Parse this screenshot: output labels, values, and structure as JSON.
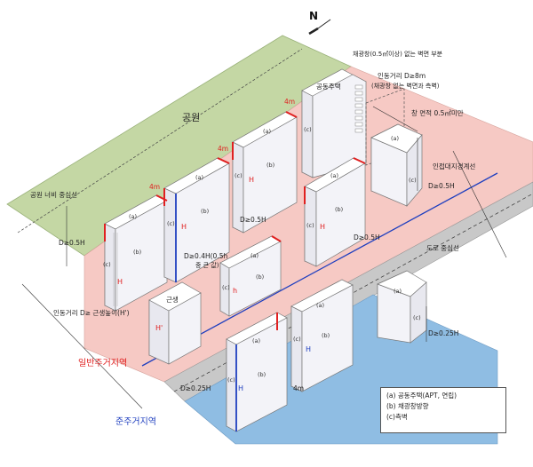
{
  "north": "N",
  "zones": {
    "park": "공원",
    "general_residential": "일반주거지역",
    "semi_residential": "준주거지역"
  },
  "labels": {
    "park_centerline": "공원 너비 중심선",
    "road_centerline": "도로 중심선",
    "adjacent_boundary": "인접대지경계선",
    "window_area": "창 면적 0.5㎡미만",
    "no_window_wall": "채광창(0.5㎡이상) 없는 벽면 부분",
    "neighbor_distance_top": "인동거리 D≥8m",
    "neighbor_distance_top_note": "(채광창 없는 벽면과 측벽)",
    "neighbor_distance_bottom": "인동거리 D≥ 근생높이(H')",
    "apartment": "공동주택",
    "neighborhood": "근생",
    "d_04h": "D≥0.4H(0.5h",
    "d_04h_note": "중 큰 값)",
    "d_05h": "D≥0.5H",
    "d_025h": "D≥0.25H",
    "four_m": "4m",
    "H": "H",
    "h": "h",
    "Hprime": "H'"
  },
  "faces": {
    "a": "(a)",
    "b": "(b)",
    "c": "(c)"
  },
  "legend": {
    "items": [
      "(a) 공동주택(APT, 연립)",
      "(b) 채광창방향",
      "(c)측벽"
    ]
  },
  "colors": {
    "park": "#c4d7a4",
    "general_zone": "#f6c9c4",
    "semi_zone": "#8fbde3",
    "road": "#c8c8c8",
    "wall_light": "#f7f7fb",
    "wall_side": "#e8e8ef",
    "roof": "#ffffff",
    "accent_red": "#e02020",
    "accent_blue": "#1f3fbf",
    "zone_red_text": "#e02020",
    "zone_blue_text": "#1f3fbf"
  }
}
